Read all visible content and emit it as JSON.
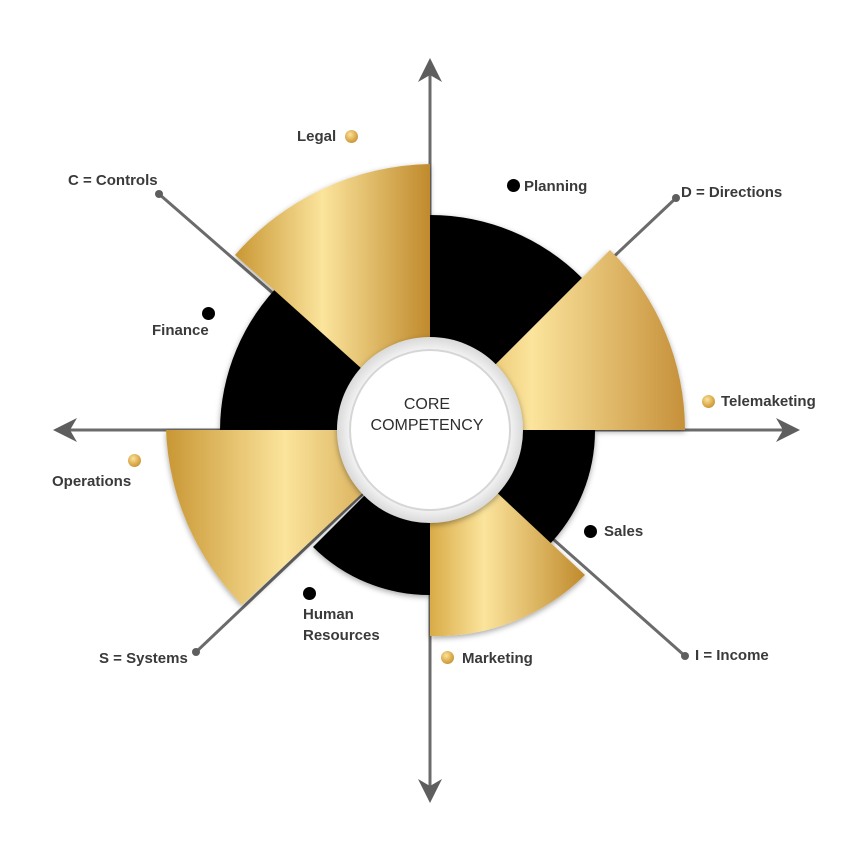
{
  "center": {
    "line1": "CORE",
    "line2": "COMPETENCY"
  },
  "axes": {
    "controls": "C = Controls",
    "directions": "D = Directions",
    "systems": "S = Systems",
    "income": "I = Income"
  },
  "segments": {
    "legal": "Legal",
    "planning": "Planning",
    "telemarketing": "Telemaketing",
    "sales": "Sales",
    "marketing": "Marketing",
    "human_resources_1": "Human",
    "human_resources_2": "Resources",
    "operations": "Operations",
    "finance": "Finance"
  },
  "colors": {
    "gold_light": "#fbe49c",
    "gold_dark": "#c99734",
    "black": "#000000",
    "axis": "#6b6b6b"
  }
}
